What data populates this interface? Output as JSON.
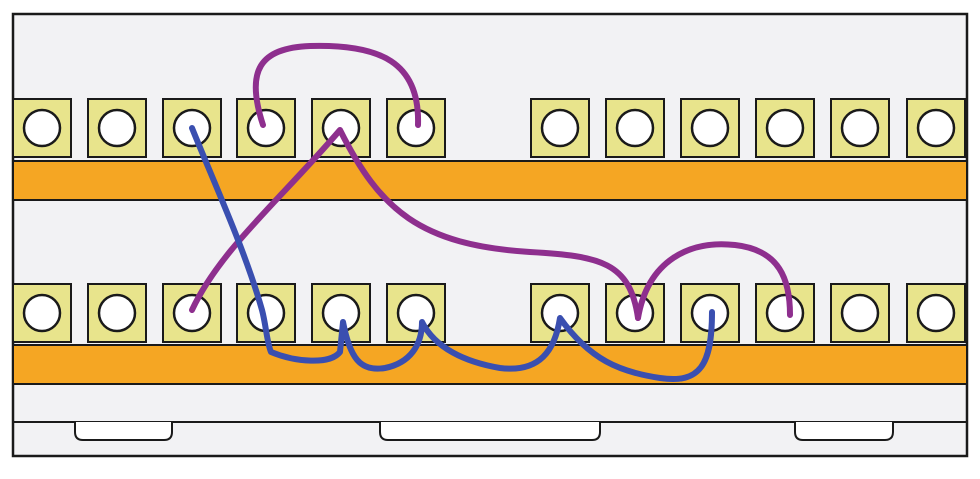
{
  "diagram": {
    "colors": {
      "page_background": "#ffffff",
      "board_fill": "#f2f2f4",
      "outline": "#1a1a1a",
      "terminal_fill": "#e8e48c",
      "terminal_hole": "#ffffff",
      "bus_rail": "#f5a623",
      "wire_purple": "#8e2f8e",
      "wire_blue": "#3a4fb0"
    },
    "rows": [
      {
        "name": "top-row",
        "groups": [
          {
            "name": "left-group",
            "count": 6
          },
          {
            "name": "right-group",
            "count": 6
          }
        ]
      },
      {
        "name": "bottom-row",
        "groups": [
          {
            "name": "left-group",
            "count": 6
          },
          {
            "name": "right-group",
            "count": 6
          }
        ]
      }
    ],
    "rails": [
      "top-rail",
      "bottom-rail"
    ],
    "feet": [
      "left-foot",
      "center-foot",
      "right-foot"
    ],
    "wires": [
      {
        "name": "purple-jumper-top",
        "color": "wire_purple"
      },
      {
        "name": "purple-wire-cross",
        "color": "wire_purple"
      },
      {
        "name": "purple-jumper-bottom",
        "color": "wire_purple"
      },
      {
        "name": "blue-wire",
        "color": "wire_blue"
      }
    ]
  }
}
